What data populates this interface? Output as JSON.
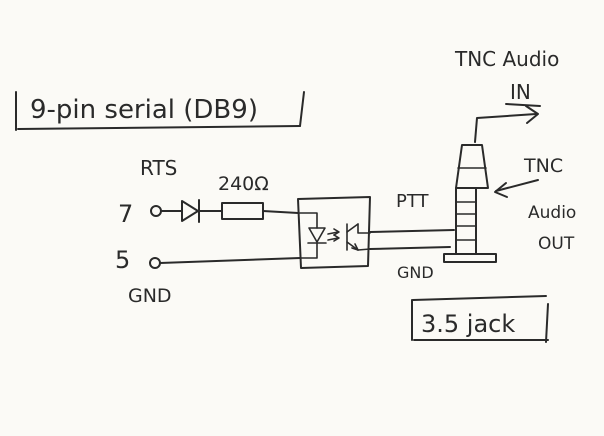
{
  "labels": {
    "title": "9-pin serial (DB9)",
    "tnc_audio_in": [
      "TNC Audio",
      "IN"
    ],
    "rts": "RTS",
    "resistor": "240Ω",
    "tnc_audio_out": [
      "TNC",
      "Audio",
      "OUT"
    ],
    "pin7": "7",
    "pin5": "5",
    "gnd_left": "GND",
    "ptt": "PTT",
    "gnd_right": "GND",
    "jack": "3.5 jack"
  },
  "colors": {
    "ink": "#2a2a2a",
    "paper": "#fbfaf6"
  }
}
